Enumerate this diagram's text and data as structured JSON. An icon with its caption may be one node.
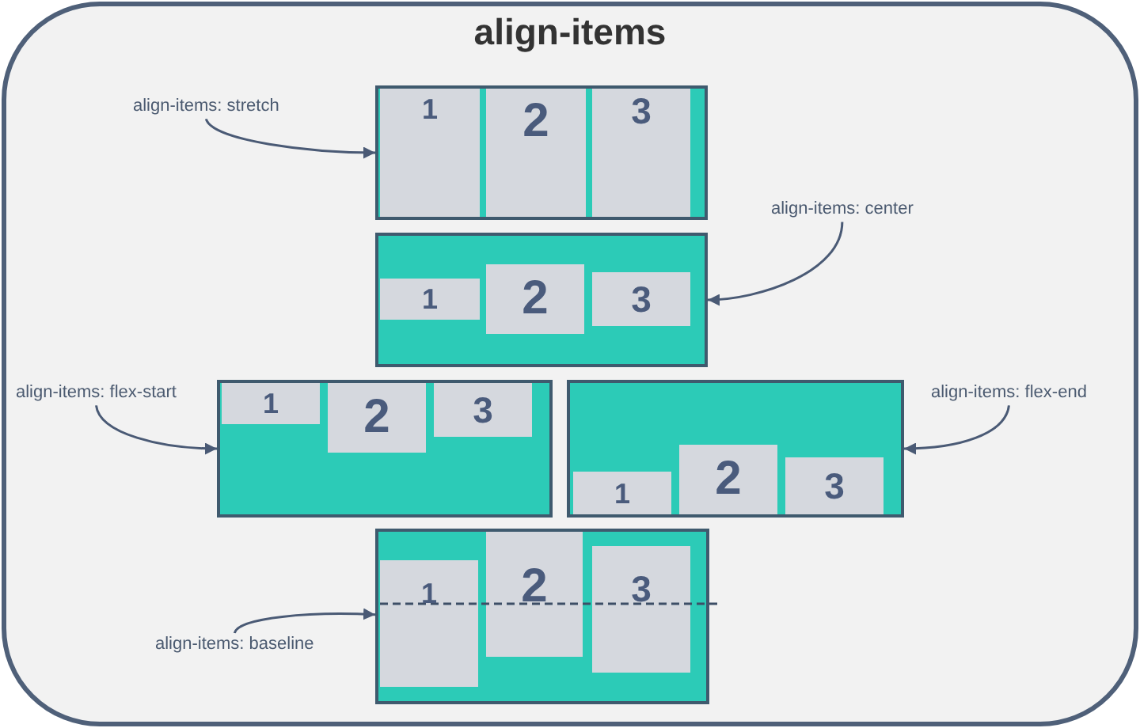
{
  "diagram": {
    "title": "align-items",
    "nodes": [
      {
        "text": [
          "align-items: stretch"
        ]
      },
      {
        "text": [],
        "shape": "box"
      },
      {
        "text": [
          "1"
        ],
        "in": 1
      },
      {
        "text": [
          "2"
        ],
        "in": 1
      },
      {
        "text": [
          "3"
        ],
        "in": 1
      },
      {
        "text": [
          "align-items: center"
        ]
      },
      {
        "text": [],
        "shape": "box"
      },
      {
        "text": [
          "1"
        ],
        "in": 6
      },
      {
        "text": [
          "2"
        ],
        "in": 6
      },
      {
        "text": [
          "3"
        ],
        "in": 6
      },
      {
        "text": [
          "align-items: flex-start"
        ]
      },
      {
        "text": [],
        "shape": "box"
      },
      {
        "text": [
          "1"
        ],
        "in": 11
      },
      {
        "text": [
          "2"
        ],
        "in": 11
      },
      {
        "text": [
          "3"
        ],
        "in": 11
      },
      {
        "text": [
          "align-items: flex-end"
        ]
      },
      {
        "text": [],
        "shape": "box"
      },
      {
        "text": [
          "1"
        ],
        "in": 16
      },
      {
        "text": [
          "2"
        ],
        "in": 16
      },
      {
        "text": [
          "3"
        ],
        "in": 16
      },
      {
        "text": [],
        "shape": "box"
      },
      {
        "text": [
          "1"
        ],
        "in": 20
      },
      {
        "text": [
          "2"
        ],
        "in": 20
      },
      {
        "text": [
          "3"
        ],
        "in": 20
      },
      {
        "text": [
          "align-items: baseline"
        ]
      }
    ],
    "edges": [
      {
        "from": 0,
        "to": 1,
        "arrow": "to"
      },
      {
        "from": 5,
        "to": 6,
        "arrow": "to"
      },
      {
        "from": 10,
        "to": 11,
        "arrow": "to"
      },
      {
        "from": 15,
        "to": 16,
        "arrow": "to"
      },
      {
        "from": 24,
        "to": 20,
        "arrow": "to"
      }
    ]
  }
}
